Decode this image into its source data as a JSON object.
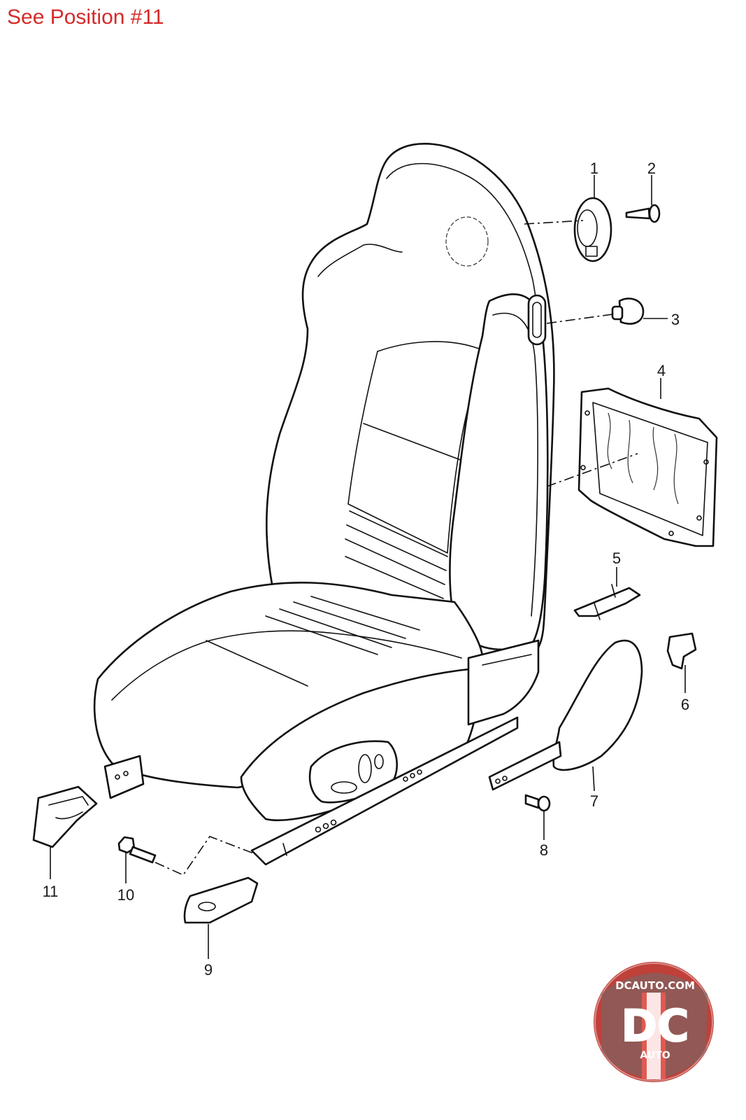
{
  "header": {
    "note": "See Position #11"
  },
  "callouts": [
    "1",
    "2",
    "3",
    "4",
    "5",
    "6",
    "7",
    "8",
    "9",
    "10",
    "11"
  ],
  "logo": {
    "domain": "DCAUTO.COM",
    "initials": "DC",
    "word": "AUTO"
  },
  "colors": {
    "note": "#d42a2a",
    "line": "#111111",
    "logo_red": "#c0403a",
    "logo_gray": "#6b6b6b"
  }
}
